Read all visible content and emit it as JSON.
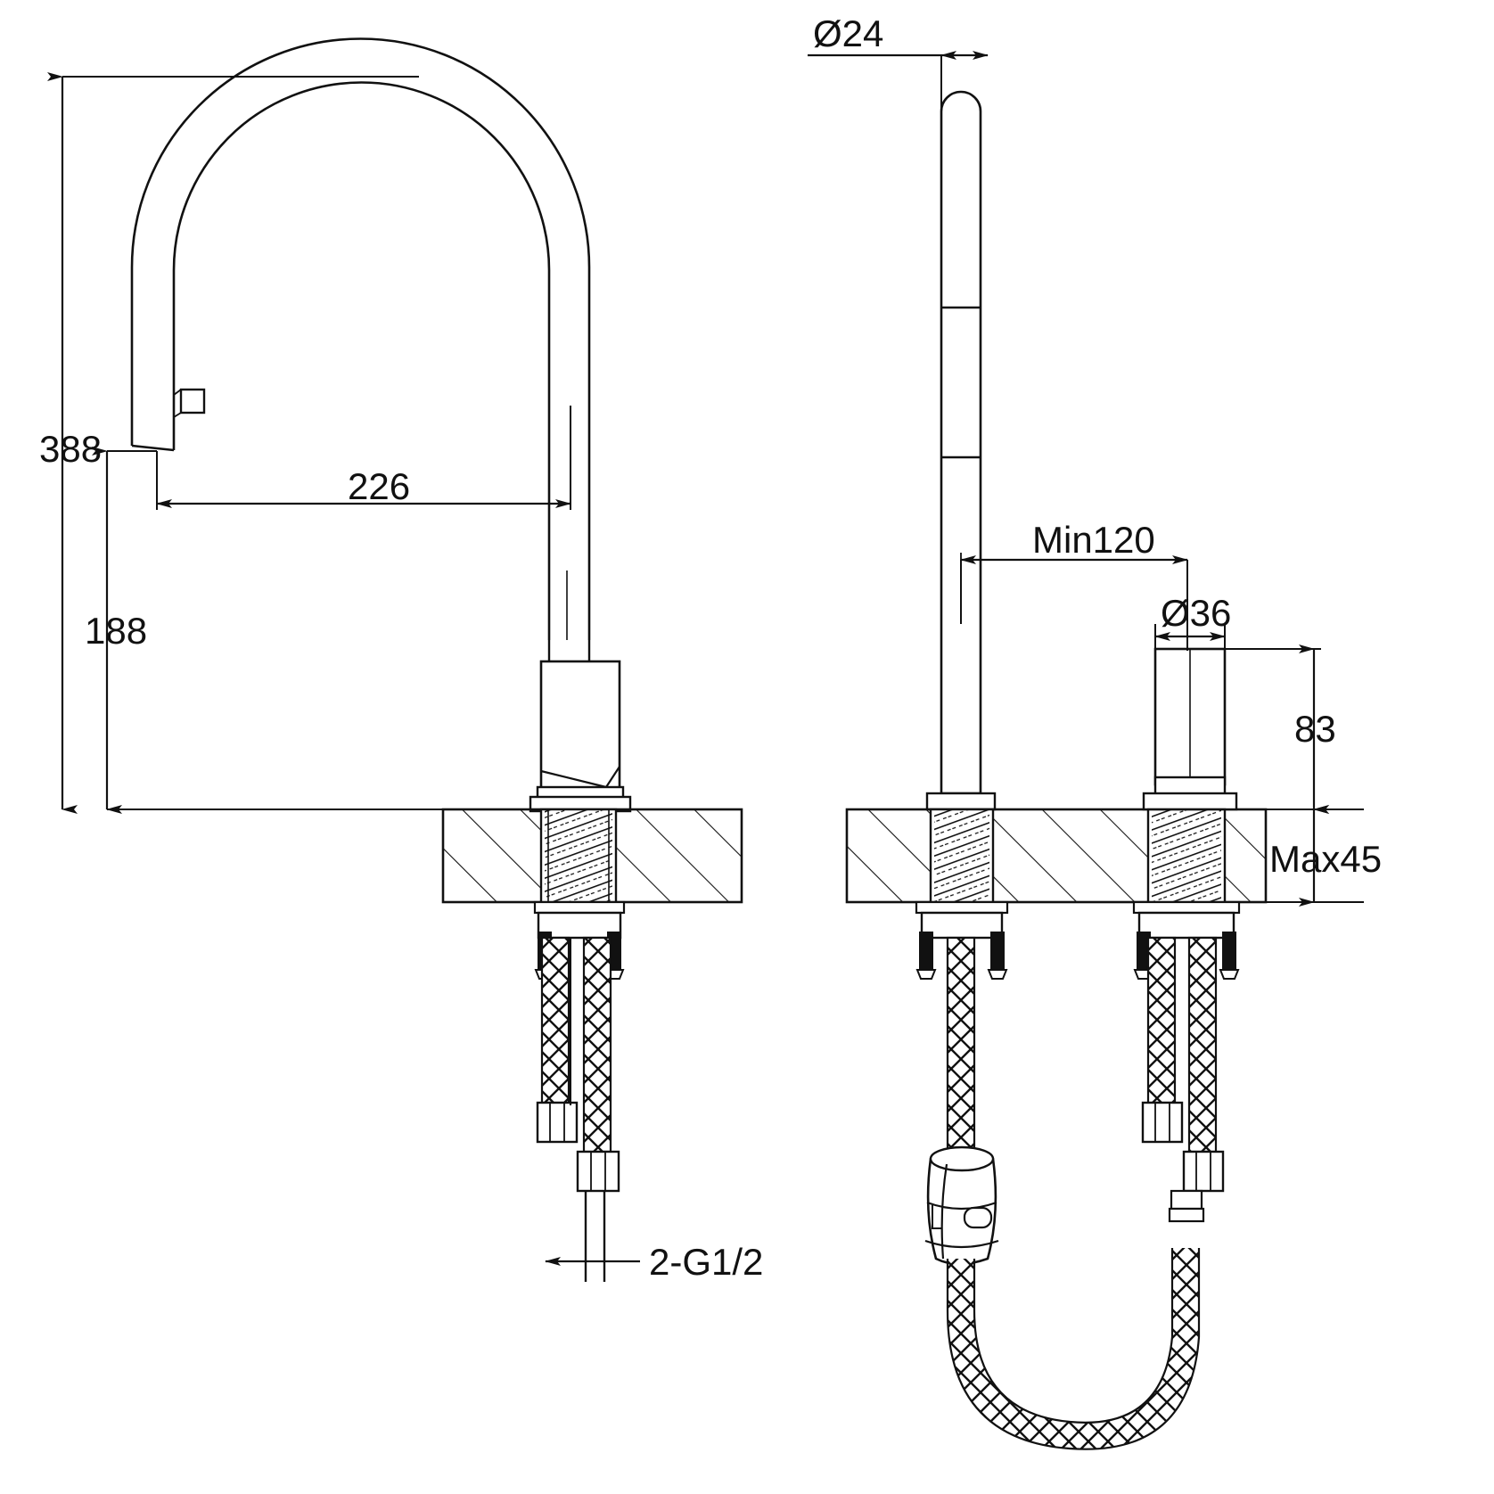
{
  "document": {
    "type": "technical-drawing",
    "subject": "pull-down kitchen faucet dimensional drawing",
    "views": [
      "side-elevation-left",
      "front-elevation-right"
    ],
    "background_color": "#ffffff",
    "line_color": "#111111"
  },
  "dimensions": {
    "overall_height": "388",
    "spout_height": "188",
    "spout_reach": "226",
    "spray_head_diameter": "Ø24",
    "min_hole_spacing": "Min120",
    "soap_dispenser_diameter": "Ø36",
    "soap_dispenser_height": "83",
    "max_deck_thickness": "Max45",
    "inlet_thread": "2-G1/2"
  },
  "labels": [
    {
      "id": "overall-height",
      "text": "388"
    },
    {
      "id": "spout-height",
      "text": "188"
    },
    {
      "id": "spout-reach",
      "text": "226"
    },
    {
      "id": "spray-head-diameter",
      "text": "Ø24"
    },
    {
      "id": "min-hole-spacing",
      "text": "Min120"
    },
    {
      "id": "dispenser-diameter",
      "text": "Ø36"
    },
    {
      "id": "dispenser-height",
      "text": "83"
    },
    {
      "id": "max-deck-thickness",
      "text": "Max45"
    },
    {
      "id": "inlet-thread",
      "text": "2-G1/2"
    }
  ]
}
